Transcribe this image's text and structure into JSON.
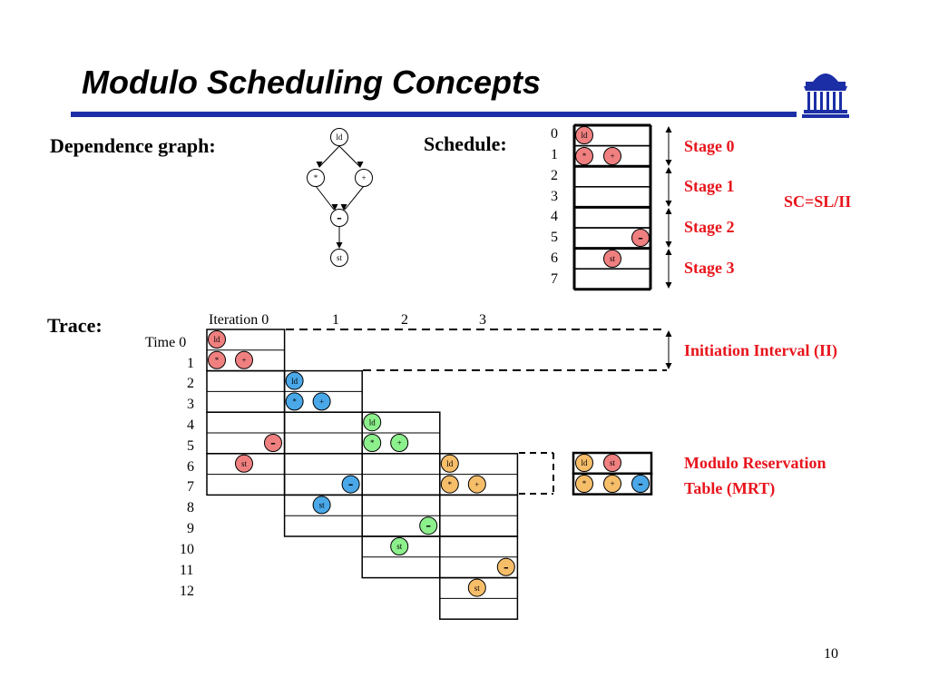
{
  "slide": {
    "title": "Modulo Scheduling Concepts",
    "page_number": "10"
  },
  "dependence_graph": {
    "label": "Dependence graph:",
    "nodes": [
      "ld",
      "*",
      "+",
      "-",
      "st"
    ]
  },
  "schedule": {
    "label": "Schedule:",
    "rows": [
      "0",
      "1",
      "2",
      "3",
      "4",
      "5",
      "6",
      "7"
    ],
    "stages": [
      "Stage 0",
      "Stage 1",
      "Stage 2",
      "Stage 3"
    ],
    "formula": "SC=SL/II"
  },
  "trace": {
    "label": "Trace:",
    "iteration_header": "Iteration 0",
    "iteration_numbers": [
      "1",
      "2",
      "3"
    ],
    "time_label": "Time 0",
    "time_rows": [
      "1",
      "2",
      "3",
      "4",
      "5",
      "6",
      "7",
      "8",
      "9",
      "10",
      "11",
      "12"
    ],
    "initiation_interval": "Initiation Interval (II)",
    "mrt_line1": "Modulo Reservation",
    "mrt_line2": "Table (MRT)"
  },
  "colors": {
    "rule": "#1c2ea6",
    "iteration0": "#f08080",
    "iteration1": "#4aa8e8",
    "iteration2": "#8cf08c",
    "iteration3": "#f7be6a",
    "annotation": "#e8141c"
  },
  "icons": {
    "logo": "rotunda-building-icon"
  }
}
